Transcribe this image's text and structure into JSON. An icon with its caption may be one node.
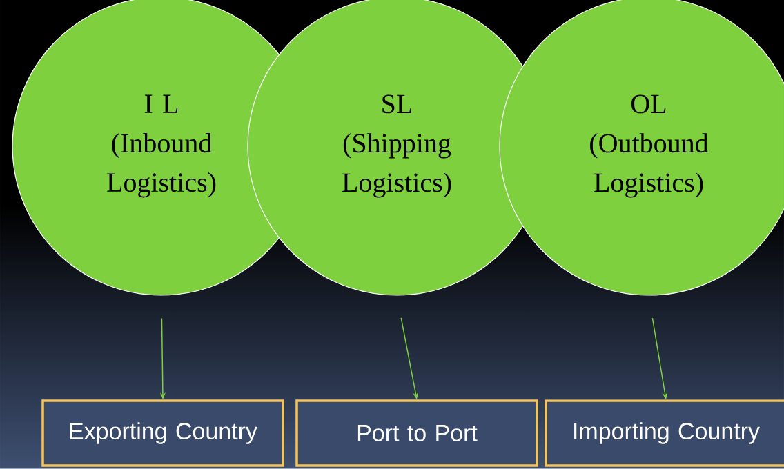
{
  "diagram": {
    "nodes": [
      {
        "text": [
          "I L",
          "(Inbound Logistics)"
        ]
      },
      {
        "text": [
          "SL",
          "(Shipping Logistics)"
        ]
      },
      {
        "text": [
          "OL",
          "(Outbound Logistics)"
        ]
      },
      {
        "text": [
          "Exporting Country"
        ]
      },
      {
        "text": [
          "Port to Port"
        ]
      },
      {
        "text": [
          "Importing Country"
        ]
      }
    ],
    "edges": [
      {
        "from": 0,
        "to": 3,
        "arrow": "to"
      },
      {
        "from": 1,
        "to": 4,
        "arrow": "to"
      },
      {
        "from": 2,
        "to": 5,
        "arrow": "to"
      }
    ]
  }
}
